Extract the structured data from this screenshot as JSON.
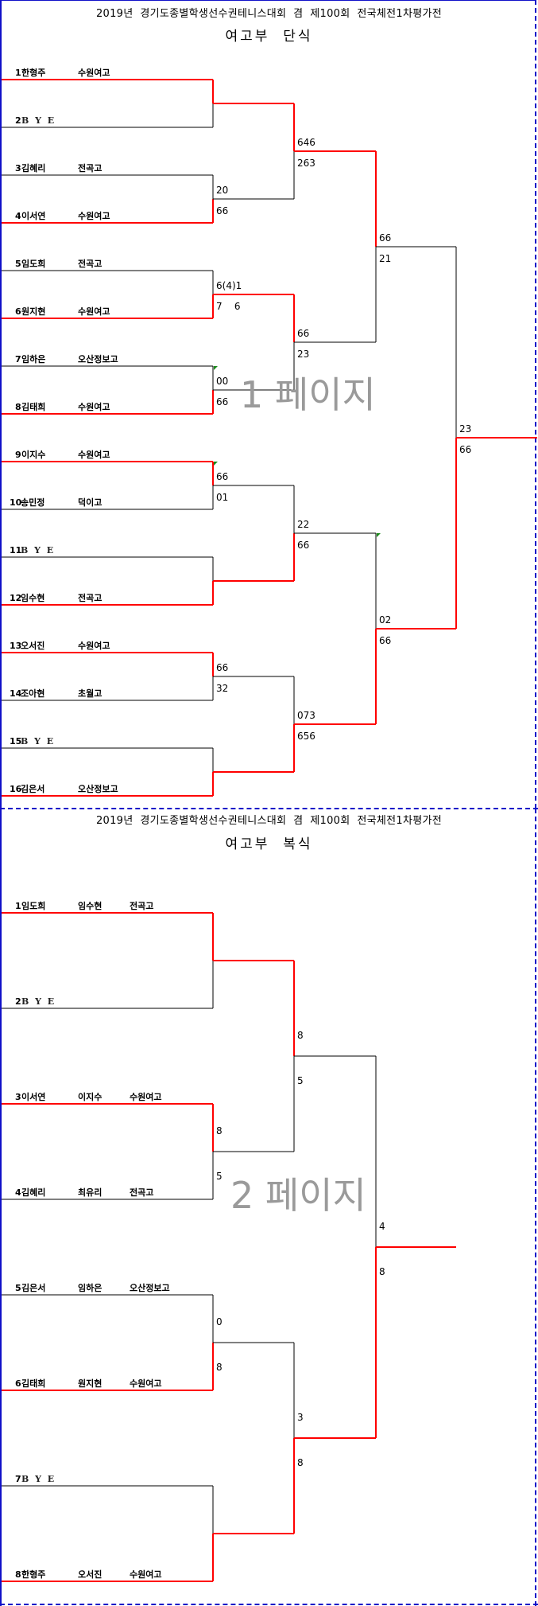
{
  "colors": {
    "border": "#1010c8",
    "winner_line": "#ff0000",
    "line": "#000000",
    "marker": "#1a8a1a",
    "watermark": "#9a9a9a"
  },
  "sections": [
    {
      "title": "2019년  경기도종별학생선수권테니스대회  겸  제100회  전국체전1차평가전",
      "subtitle": "여고부  단식",
      "watermark": "1 페이지",
      "players": [
        {
          "num": "1",
          "name": "한형주",
          "school": "수원여고"
        },
        {
          "num": "2",
          "name": "B Y E",
          "bye": true
        },
        {
          "num": "3",
          "name": "김혜리",
          "school": "전곡고"
        },
        {
          "num": "4",
          "name": "이서연",
          "school": "수원여고"
        },
        {
          "num": "5",
          "name": "임도희",
          "school": "전곡고"
        },
        {
          "num": "6",
          "name": "원지현",
          "school": "수원여고"
        },
        {
          "num": "7",
          "name": "임하은",
          "school": "오산정보고"
        },
        {
          "num": "8",
          "name": "김태희",
          "school": "수원여고"
        },
        {
          "num": "9",
          "name": "이지수",
          "school": "수원여고"
        },
        {
          "num": "10",
          "name": "송민정",
          "school": "덕이고"
        },
        {
          "num": "11",
          "name": "B Y E",
          "bye": true
        },
        {
          "num": "12",
          "name": "임수현",
          "school": "전곡고"
        },
        {
          "num": "13",
          "name": "오서진",
          "school": "수원여고"
        },
        {
          "num": "14",
          "name": "조아현",
          "school": "초월고"
        },
        {
          "num": "15",
          "name": "B Y E",
          "bye": true
        },
        {
          "num": "16",
          "name": "김은서",
          "school": "오산정보고"
        }
      ],
      "rounds": [
        [
          {
            "winner": "top",
            "scores": [
              "",
              ""
            ]
          },
          {
            "winner": "bottom",
            "scores": [
              "20",
              "66"
            ]
          },
          {
            "winner": "bottom",
            "scores": [
              "6(4)1",
              "7    6"
            ]
          },
          {
            "winner": "bottom",
            "scores": [
              "00",
              "66"
            ],
            "marker": true
          },
          {
            "winner": "top",
            "scores": [
              "66",
              "01"
            ],
            "marker": true
          },
          {
            "winner": "bottom",
            "scores": [
              "",
              ""
            ]
          },
          {
            "winner": "top",
            "scores": [
              "66",
              "32"
            ]
          },
          {
            "winner": "bottom",
            "scores": [
              "",
              ""
            ]
          }
        ],
        [
          {
            "winner": "top",
            "scores": [
              "646",
              "263"
            ]
          },
          {
            "winner": "top",
            "scores": [
              "66",
              "23"
            ]
          },
          {
            "winner": "bottom",
            "scores": [
              "22",
              "66"
            ]
          },
          {
            "winner": "bottom",
            "scores": [
              "073",
              "656"
            ]
          }
        ],
        [
          {
            "winner": "top",
            "scores": [
              "66",
              "21"
            ]
          },
          {
            "winner": "bottom",
            "scores": [
              "02",
              "66"
            ],
            "marker": true
          }
        ],
        [
          {
            "winner": "bottom",
            "scores": [
              "23",
              "66"
            ]
          }
        ]
      ]
    },
    {
      "title": "2019년  경기도종별학생선수권테니스대회  겸  제100회  전국체전1차평가전",
      "subtitle": "여고부  복식",
      "watermark": "2 페이지",
      "players": [
        {
          "num": "1",
          "name": "임도희",
          "partner": "임수현",
          "school": "전곡고"
        },
        {
          "num": "2",
          "name": "B Y E",
          "bye": true
        },
        {
          "num": "3",
          "name": "이서연",
          "partner": "이지수",
          "school": "수원여고"
        },
        {
          "num": "4",
          "name": "김혜리",
          "partner": "최유리",
          "school": "전곡고"
        },
        {
          "num": "5",
          "name": "김은서",
          "partner": "임하은",
          "school": "오산정보고"
        },
        {
          "num": "6",
          "name": "김태희",
          "partner": "원지현",
          "school": "수원여고"
        },
        {
          "num": "7",
          "name": "B Y E",
          "bye": true
        },
        {
          "num": "8",
          "name": "한형주",
          "partner": "오서진",
          "school": "수원여고"
        }
      ],
      "rounds": [
        [
          {
            "winner": "top",
            "scores": [
              "",
              ""
            ]
          },
          {
            "winner": "top",
            "scores": [
              "8",
              "5"
            ]
          },
          {
            "winner": "bottom",
            "scores": [
              "0",
              "8"
            ]
          },
          {
            "winner": "bottom",
            "scores": [
              "",
              ""
            ]
          }
        ],
        [
          {
            "winner": "top",
            "scores": [
              "8",
              "5"
            ]
          },
          {
            "winner": "bottom",
            "scores": [
              "3",
              "8"
            ]
          }
        ],
        [
          {
            "winner": "bottom",
            "scores": [
              "4",
              "8"
            ]
          }
        ]
      ]
    }
  ]
}
